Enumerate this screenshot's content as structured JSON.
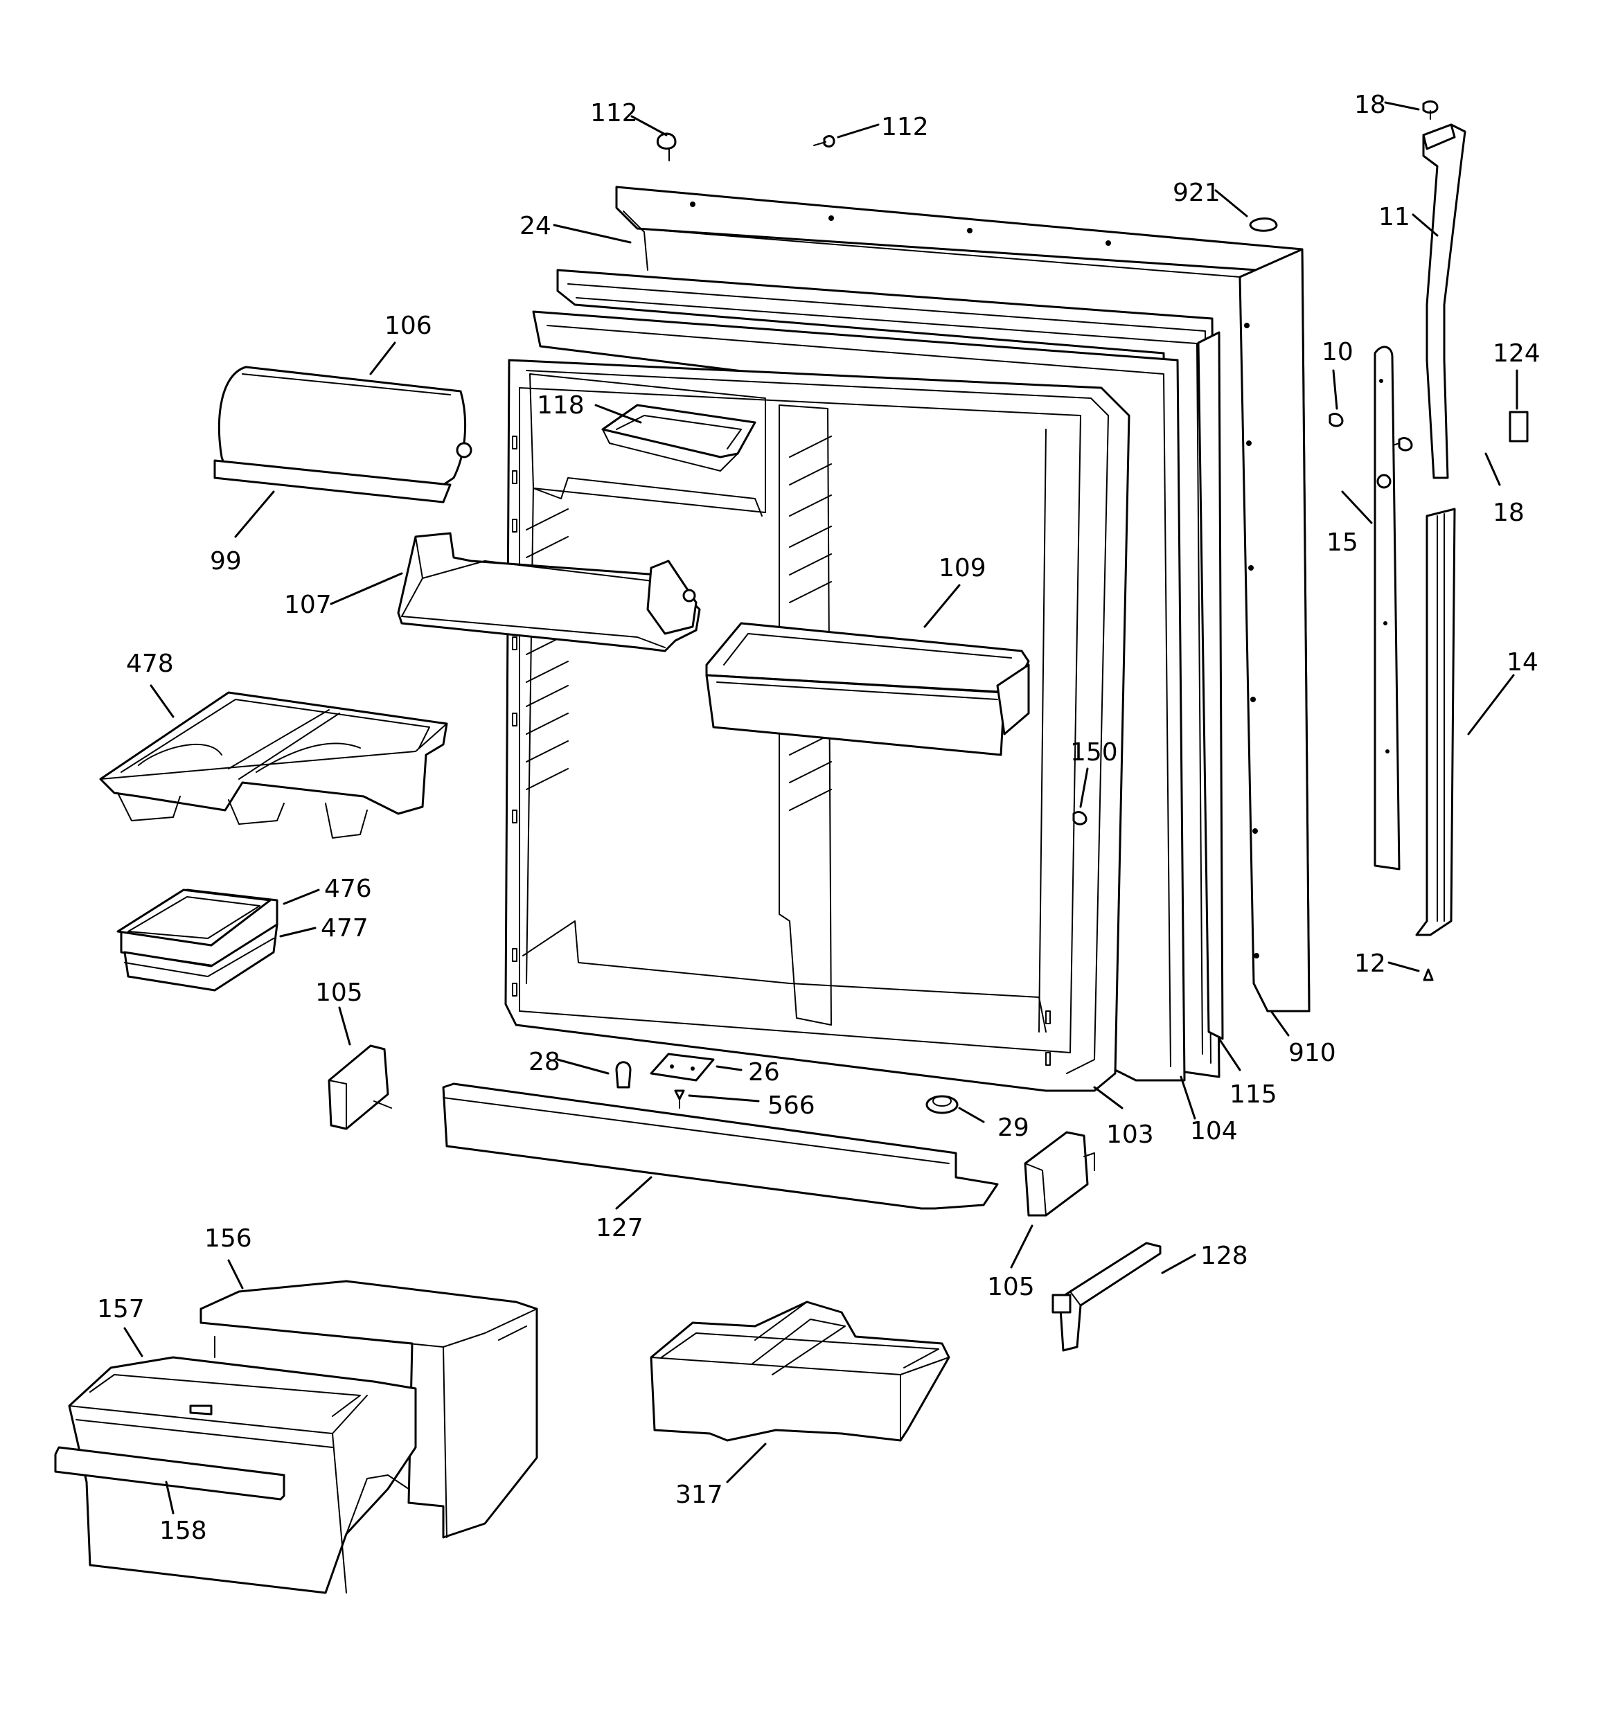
{
  "diagram": {
    "labels": {
      "p112a": "112",
      "p112b": "112",
      "p921": "921",
      "p24": "24",
      "p18a": "18",
      "p11": "11",
      "p106": "106",
      "p10": "10",
      "p124": "124",
      "p118": "118",
      "p18b": "18",
      "p15": "15",
      "p99": "99",
      "p107": "107",
      "p109": "109",
      "p14": "14",
      "p478": "478",
      "p150": "150",
      "p476": "476",
      "p477": "477",
      "p12": "12",
      "p105a": "105",
      "p910": "910",
      "p28": "28",
      "p26": "26",
      "p115": "115",
      "p566": "566",
      "p29": "29",
      "p103": "103",
      "p104": "104",
      "p127": "127",
      "p128": "128",
      "p156": "156",
      "p105b": "105",
      "p157": "157",
      "p317": "317",
      "p158": "158"
    }
  }
}
